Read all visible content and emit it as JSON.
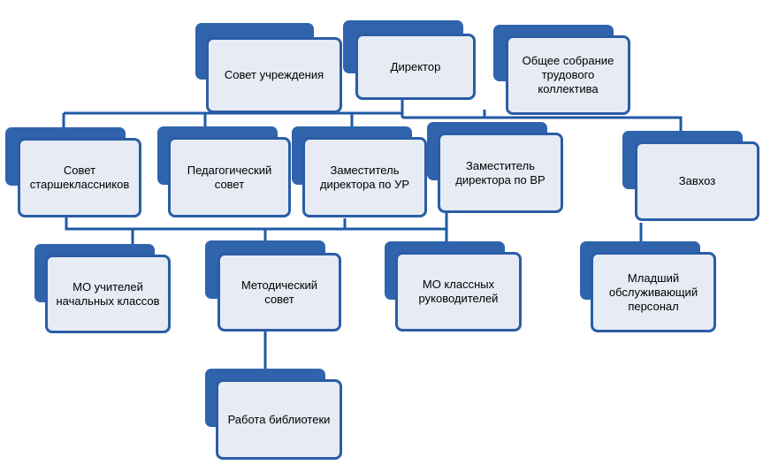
{
  "colors": {
    "box_fill": "#e6ebf4",
    "box_border": "#2b5da6",
    "box_shadow": "#2f64ad",
    "connector": "#1f5aa6"
  },
  "nodes": {
    "council": {
      "label": "Совет учреждения"
    },
    "director": {
      "label": "Директор"
    },
    "general_meeting": {
      "label": "Общее собрание трудового коллектива"
    },
    "senior_council": {
      "label": "Совет старшеклассников"
    },
    "ped_council": {
      "label": "Педагогический совет"
    },
    "deputy_ur": {
      "label": "Заместитель директора по УР"
    },
    "deputy_vr": {
      "label": "Заместитель директора по ВР"
    },
    "zavhoz": {
      "label": "Завхоз"
    },
    "mo_primary": {
      "label": "МО учителей начальных классов"
    },
    "method_council": {
      "label": "Методический совет"
    },
    "mo_class": {
      "label": "МО классных руководителей"
    },
    "junior_staff": {
      "label": "Младший обслуживающий персонал"
    },
    "library": {
      "label": "Работа библиотеки"
    }
  }
}
